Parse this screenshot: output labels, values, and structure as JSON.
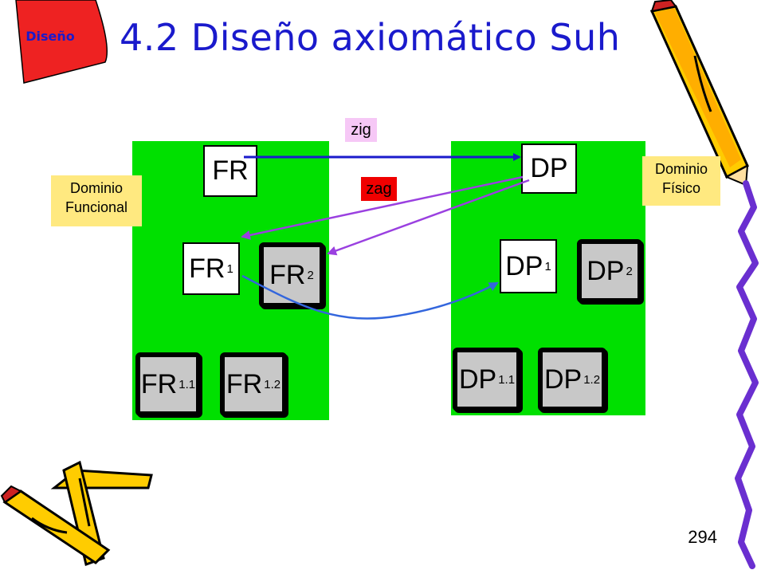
{
  "slide": {
    "title": "4.2 Diseño axiomático Suh",
    "corner_tag": "Diseño",
    "page_number": "294"
  },
  "labels": {
    "functional_domain_line1": "Dominio",
    "functional_domain_line2": "Funcional",
    "physical_domain_line1": "Dominio",
    "physical_domain_line2": "Físico",
    "zig": "zig",
    "zag": "zag"
  },
  "functional_tree": {
    "root": {
      "base": "FR",
      "sub": ""
    },
    "level1": [
      {
        "base": "FR",
        "sub": "1"
      },
      {
        "base": "FR",
        "sub": "2"
      }
    ],
    "level2": [
      {
        "base": "FR",
        "sub": "1.1"
      },
      {
        "base": "FR",
        "sub": "1.2"
      }
    ]
  },
  "physical_tree": {
    "root": {
      "base": "DP",
      "sub": ""
    },
    "level1": [
      {
        "base": "DP",
        "sub": "1"
      },
      {
        "base": "DP",
        "sub": "2"
      }
    ],
    "level2": [
      {
        "base": "DP",
        "sub": "1.1"
      },
      {
        "base": "DP",
        "sub": "1.2"
      }
    ]
  },
  "colors": {
    "domain_panel": "#00e000",
    "title_text": "#1a1acc",
    "label_background": "#ffe980",
    "zig_background": "#f6c8f6",
    "zag_background": "#f00000",
    "zig_arrow": "#1a1acc",
    "zag_arrow": "#9a40e0",
    "zig_curve_arrow": "#3366dd",
    "corner_wedge": "#ee2222"
  }
}
